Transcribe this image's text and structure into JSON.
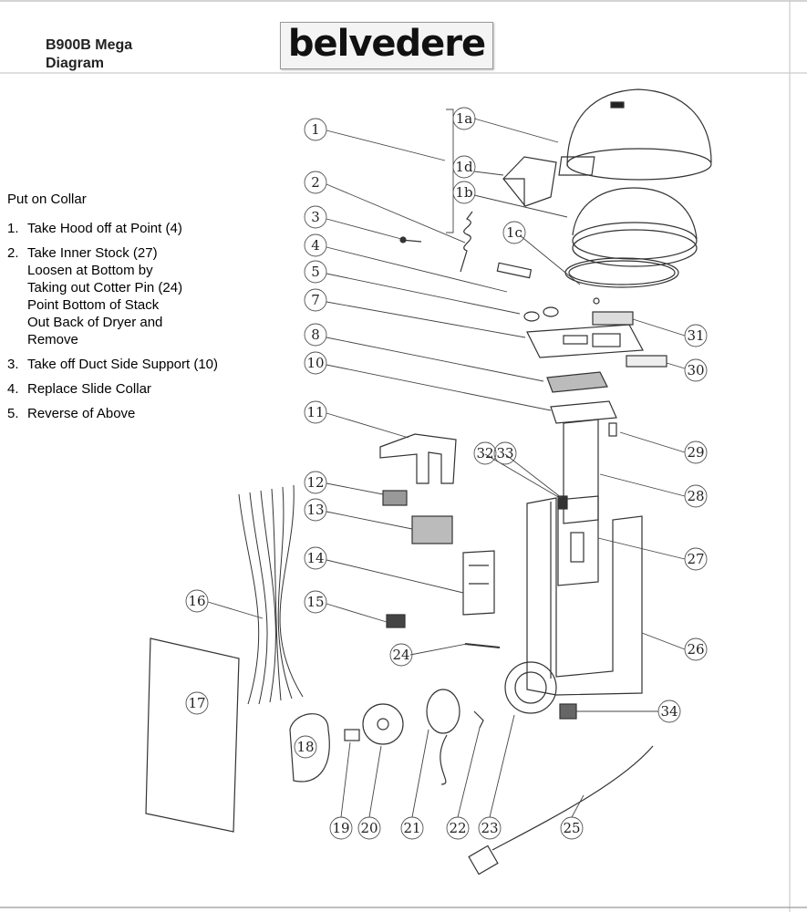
{
  "header": {
    "title_line1": "B900B Mega",
    "title_line2": "Diagram",
    "logo_text": "belvedere"
  },
  "instructions": {
    "heading": "Put on Collar",
    "steps": [
      {
        "num": "1.",
        "text": "Take Hood off at Point (4)"
      },
      {
        "num": "2.",
        "text": "Take Inner Stock (27)\n Loosen at Bottom by\n Taking out Cotter Pin (24)\n  Point Bottom of Stack\n Out Back of Dryer and\n Remove"
      },
      {
        "num": "3.",
        "text": "Take off Duct Side Support (10)"
      },
      {
        "num": "4.",
        "text": "Replace Slide Collar"
      },
      {
        "num": "5.",
        "text": "Reverse of Above"
      }
    ]
  },
  "callouts": [
    "1",
    "1a",
    "1b",
    "1c",
    "1d",
    "2",
    "3",
    "4",
    "5",
    "7",
    "8",
    "10",
    "11",
    "12",
    "13",
    "14",
    "15",
    "16",
    "17",
    "18",
    "19",
    "20",
    "21",
    "22",
    "23",
    "24",
    "25",
    "26",
    "27",
    "28",
    "29",
    "30",
    "31",
    "32",
    "33",
    "34"
  ]
}
